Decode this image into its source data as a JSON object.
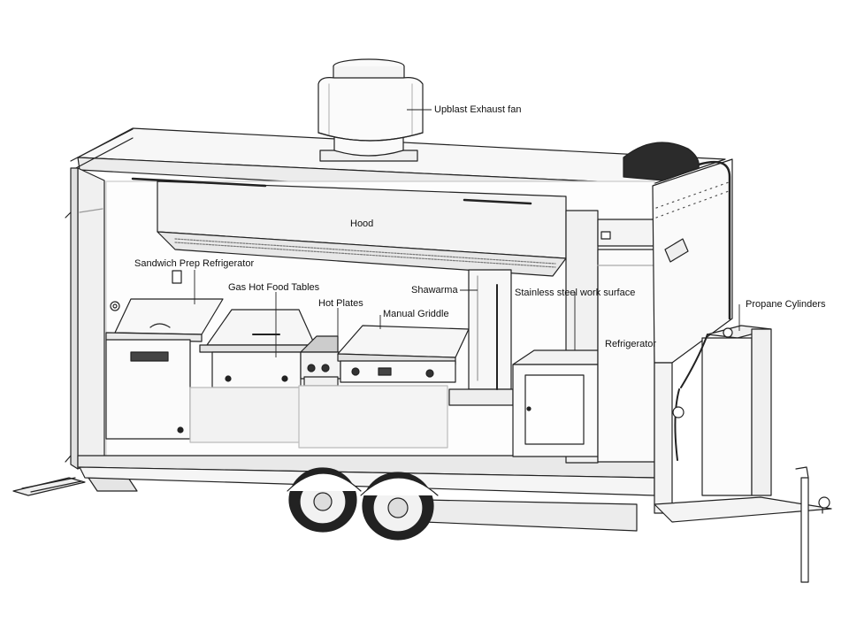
{
  "labels": {
    "exhaust_fan": "Upblast Exhaust fan",
    "hood": "Hood",
    "sandwich_prep": "Sandwich Prep Refrigerator",
    "gas_hot_food": "Gas Hot Food Tables",
    "hot_plates": "Hot Plates",
    "manual_griddle": "Manual Griddle",
    "shawarma": "Shawarma",
    "work_surface": "Stainless steel work surface",
    "refrigerator": "Refrigerator",
    "propane": "Propane Cylinders"
  }
}
